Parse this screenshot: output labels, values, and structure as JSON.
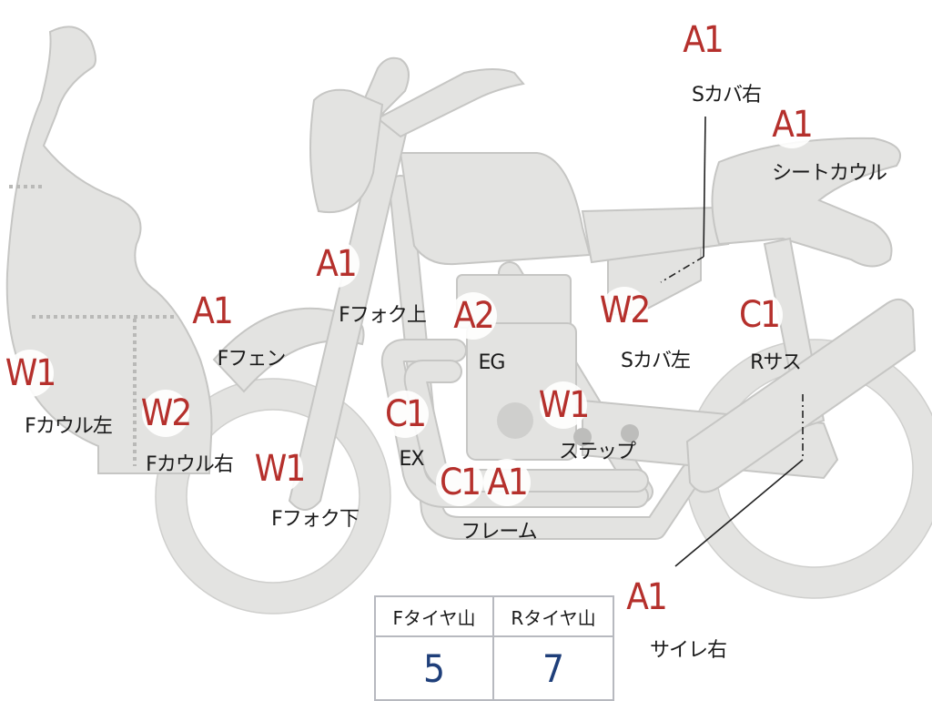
{
  "markers": [
    {
      "id": "scover-right",
      "grade": "A1",
      "label": "Sカバ右"
    },
    {
      "id": "seat-cowl",
      "grade": "A1",
      "label": "シートカウル"
    },
    {
      "id": "ffork-upper",
      "grade": "A1",
      "label": "Fフォク上"
    },
    {
      "id": "ffender",
      "grade": "A1",
      "label": "Fフェン"
    },
    {
      "id": "engine",
      "grade": "A2",
      "label": "EG"
    },
    {
      "id": "scover-left",
      "grade": "W2",
      "label": "Sカバ左"
    },
    {
      "id": "rear-sus",
      "grade": "C1",
      "label": "Rサス"
    },
    {
      "id": "fcowl-left",
      "grade": "W1",
      "label": "Fカウル左"
    },
    {
      "id": "fcowl-right",
      "grade": "W2",
      "label": "Fカウル右"
    },
    {
      "id": "exhaust",
      "grade": "C1",
      "label": "EX"
    },
    {
      "id": "step",
      "grade": "W1",
      "label": "ステップ"
    },
    {
      "id": "ffork-lower",
      "grade": "W1",
      "label": "Fフォク下"
    },
    {
      "id": "frame-c",
      "grade": "C1",
      "label": ""
    },
    {
      "id": "frame-a",
      "grade": "A1",
      "label": "フレーム"
    },
    {
      "id": "silencer-right",
      "grade": "A1",
      "label": "サイレ右"
    }
  ],
  "tyre_table": {
    "headers": [
      "Fタイヤ山",
      "Rタイヤ山"
    ],
    "values": [
      "5",
      "7"
    ]
  },
  "colors": {
    "grade_text": "#b5302c",
    "table_value": "#1f3f7a",
    "body_fill": "#e3e3e1"
  }
}
